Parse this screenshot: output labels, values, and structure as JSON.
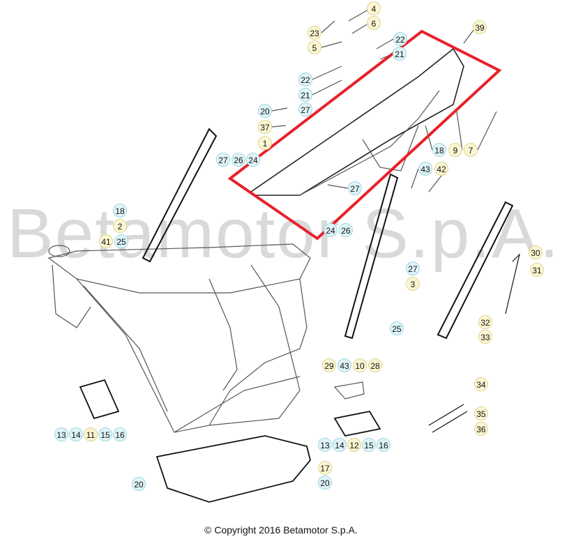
{
  "watermark": "Betamotor S.p.A.",
  "copyright": "© Copyright 2016 Betamotor S.p.A.",
  "colors": {
    "highlight": "#e8212a",
    "callout_blue": "#dff4f8",
    "callout_yellow": "#fbf6d2"
  },
  "callouts": [
    "4",
    "6",
    "23",
    "5",
    "22",
    "21",
    "39",
    "22",
    "21",
    "20",
    "27",
    "37",
    "1",
    "27",
    "26",
    "24",
    "18",
    "9",
    "7",
    "43",
    "42",
    "27",
    "24",
    "26",
    "18",
    "2",
    "41",
    "25",
    "30",
    "31",
    "27",
    "3",
    "25",
    "32",
    "33",
    "29",
    "43",
    "10",
    "28",
    "34",
    "35",
    "36",
    "13",
    "14",
    "11",
    "15",
    "16",
    "13",
    "14",
    "12",
    "15",
    "16",
    "17",
    "20",
    "20"
  ]
}
